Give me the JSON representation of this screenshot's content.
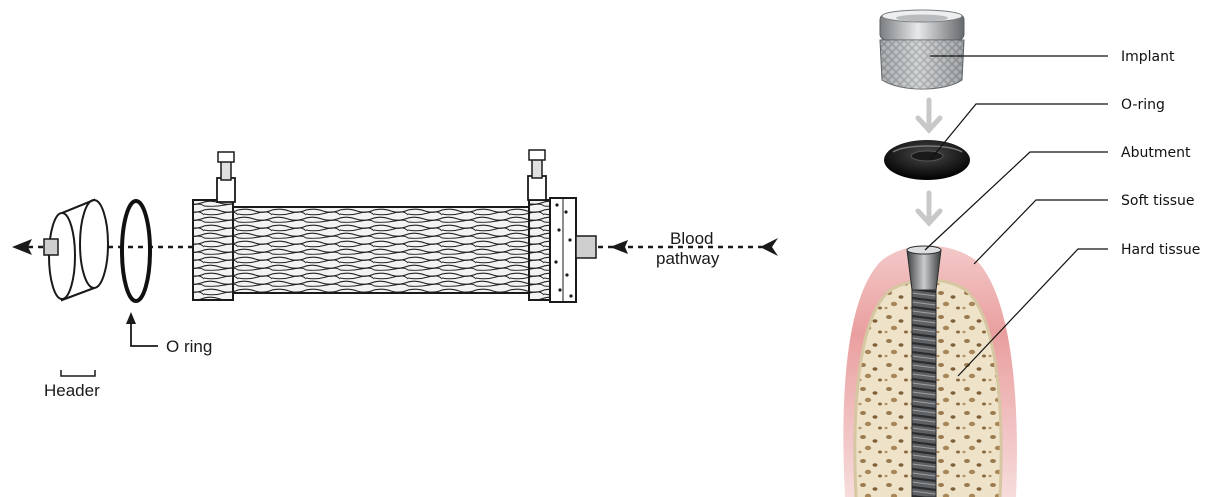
{
  "left_figure": {
    "labels": {
      "blood_pathway_line1": "Blood",
      "blood_pathway_line2": "pathway",
      "o_ring": "O ring",
      "header": "Header"
    }
  },
  "right_figure": {
    "labels": {
      "implant": "Implant",
      "o_ring": "O-ring",
      "abutment": "Abutment",
      "soft_tissue": "Soft tissue",
      "hard_tissue": "Hard tissue"
    }
  },
  "colors": {
    "line_art": "#1a1a1a",
    "soft_tissue": "#e8a0a0",
    "bone": "#eee3c8",
    "bone_pores": "#9a7a4e",
    "metal_light": "#d6d8da",
    "metal_dark": "#6f7376",
    "arrow_gray": "#c8c8c8"
  }
}
